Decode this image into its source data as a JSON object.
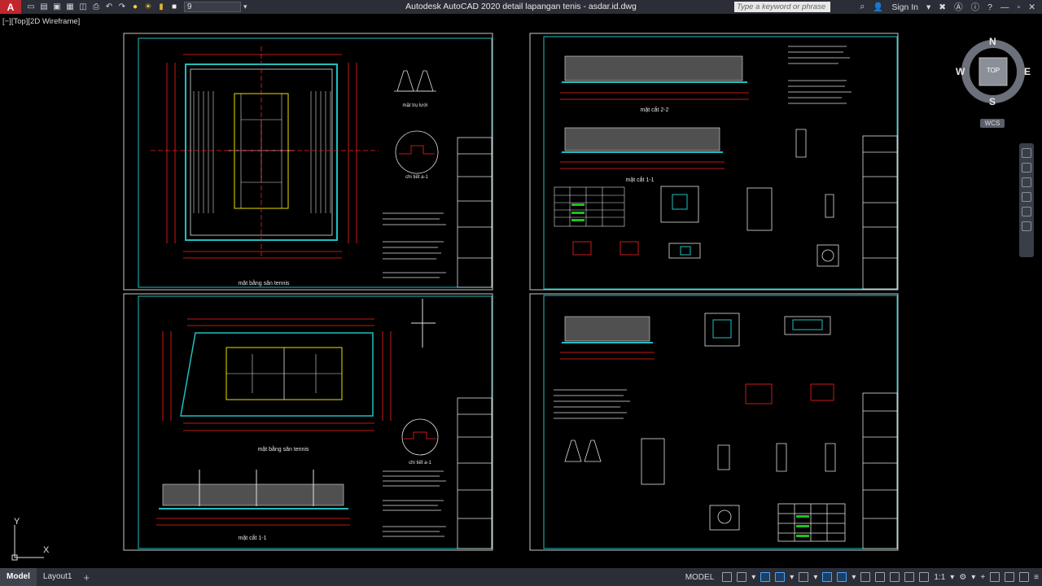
{
  "titlebar": {
    "app_letter": "A",
    "layer_value": "9",
    "window_title": "Autodesk AutoCAD 2020    detail lapangan tenis - asdar.id.dwg",
    "search_placeholder": "Type a keyword or phrase",
    "sign_in": "Sign In",
    "help": "?"
  },
  "viewport": {
    "label": "[−][Top][2D Wireframe]"
  },
  "viewcube": {
    "n": "N",
    "s": "S",
    "e": "E",
    "w": "W",
    "top": "TOP",
    "wcs": "WCS"
  },
  "ucs": {
    "x": "X",
    "y": "Y"
  },
  "drawing_titles": {
    "plan_top": "mặt bằng sân tennis",
    "plan_bottom": "mặt bằng sân tennis",
    "section_11": "mặt cắt 1-1",
    "section_22": "mặt cắt 2-2",
    "section_11_right": "mặt cắt 1-1",
    "detail_a": "chi tiết a-1",
    "detail_b": "chi tiết a-1",
    "post": "mặt trụ lưới"
  },
  "status": {
    "tabs": [
      "Model",
      "Layout1"
    ],
    "model_label": "MODEL",
    "scale": "1:1"
  },
  "colors": {
    "accent": "#c0272d",
    "cyan": "#1fbfbf",
    "red": "#ff2020",
    "yellow": "#e8e000",
    "white": "#e6e6e6"
  }
}
